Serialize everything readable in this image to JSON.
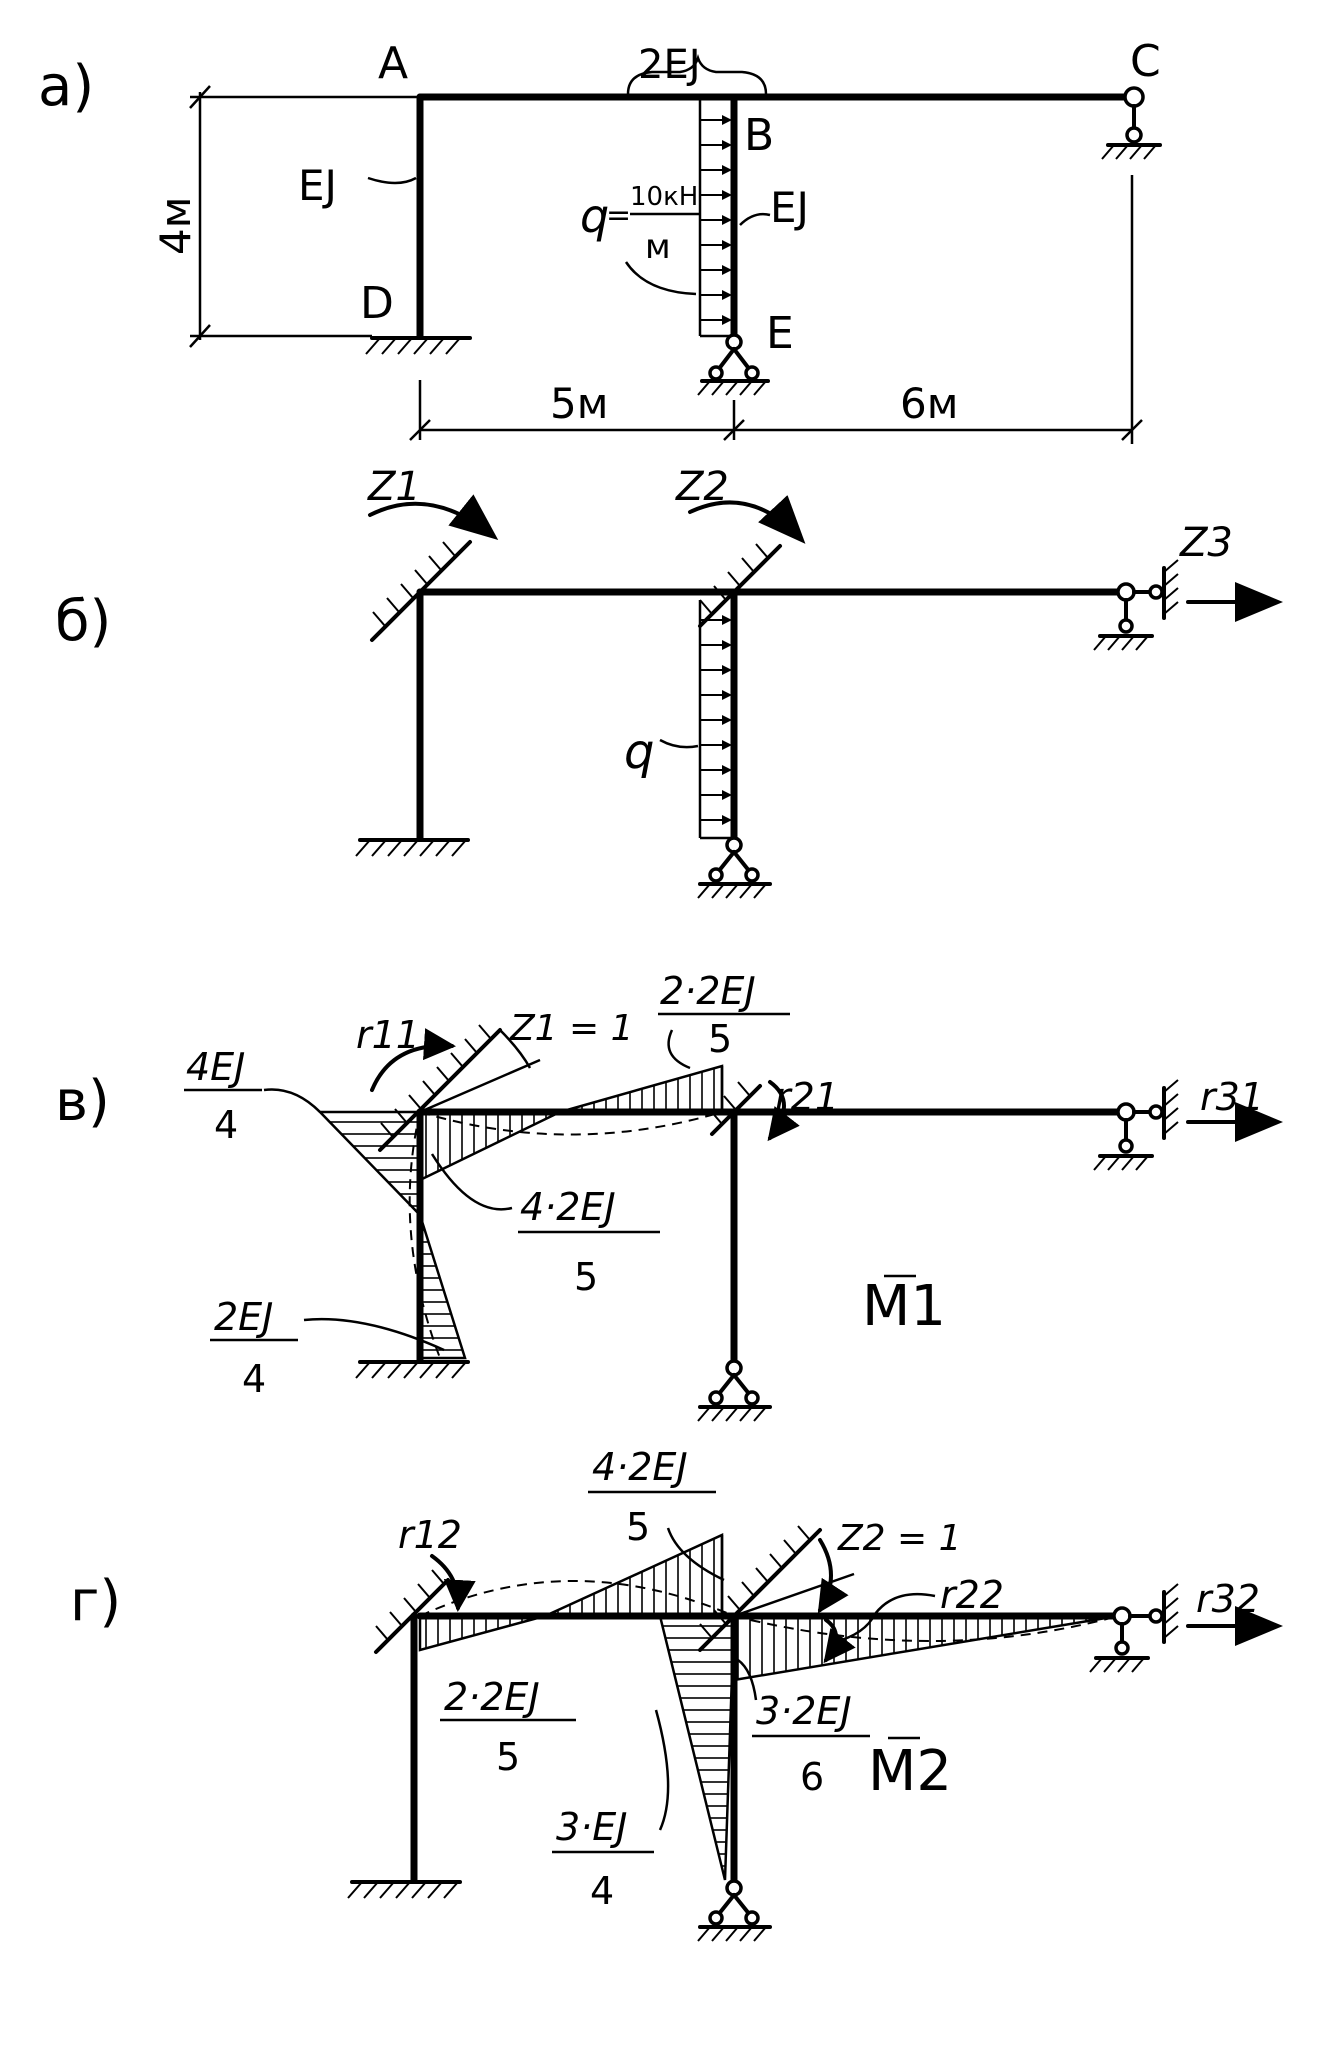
{
  "panels": {
    "a": {
      "label": "a)",
      "nodes": {
        "A": "A",
        "B": "B",
        "C": "C",
        "D": "D",
        "E": "E"
      },
      "stiffness": {
        "beam": "2EJ",
        "column_left": "EJ",
        "column_mid": "EJ"
      },
      "load": {
        "name": "q",
        "value": "10кН",
        "unit": "м"
      },
      "dimensions": {
        "height": "4м",
        "span_left": "5м",
        "span_right": "6м"
      }
    },
    "b": {
      "label": "б)",
      "unknowns": {
        "z1": "Z1",
        "z2": "Z2",
        "z3": "Z3"
      },
      "load": "q"
    },
    "c": {
      "label": "в)",
      "reactions": {
        "r11": "r11",
        "r21": "r21",
        "r31": "r31"
      },
      "unit_disp": "Z1 = 1",
      "ordinates": {
        "top_left": {
          "num": "4EJ",
          "den": "4"
        },
        "bottom_left": {
          "num": "2EJ",
          "den": "4"
        },
        "beam_at_A": {
          "num": "4·2EJ",
          "den": "5"
        },
        "beam_at_B": {
          "num": "2·2EJ",
          "den": "5"
        }
      },
      "diagram_name": "M1"
    },
    "d": {
      "label": "г)",
      "reactions": {
        "r12": "r12",
        "r22": "r22",
        "r32": "r32"
      },
      "unit_disp": "Z2 = 1",
      "ordinates": {
        "beam_at_B": {
          "num": "4·2EJ",
          "den": "5"
        },
        "beam_at_A": {
          "num": "2·2EJ",
          "den": "5"
        },
        "beam_right": {
          "num": "3·2EJ",
          "den": "6"
        },
        "column": {
          "num": "3·EJ",
          "den": "4"
        }
      },
      "diagram_name": "M2"
    }
  }
}
